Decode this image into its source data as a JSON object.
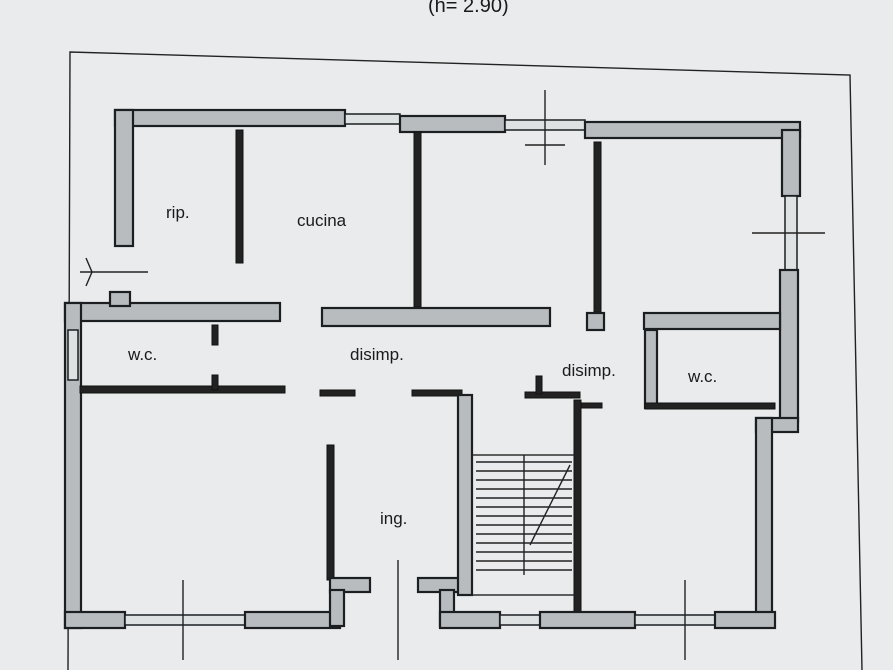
{
  "header": {
    "height_note": "(h= 2.90)"
  },
  "rooms": {
    "storage": "rip.",
    "kitchen": "cucina",
    "wc_left": "w.c.",
    "hall_left": "disimp.",
    "hall_right": "disimp.",
    "wc_right": "w.c.",
    "entrance": "ing."
  },
  "colors": {
    "background": "#e9ebec",
    "wall_fill": "#b9bcbe",
    "wall_line": "#1c1f22"
  }
}
